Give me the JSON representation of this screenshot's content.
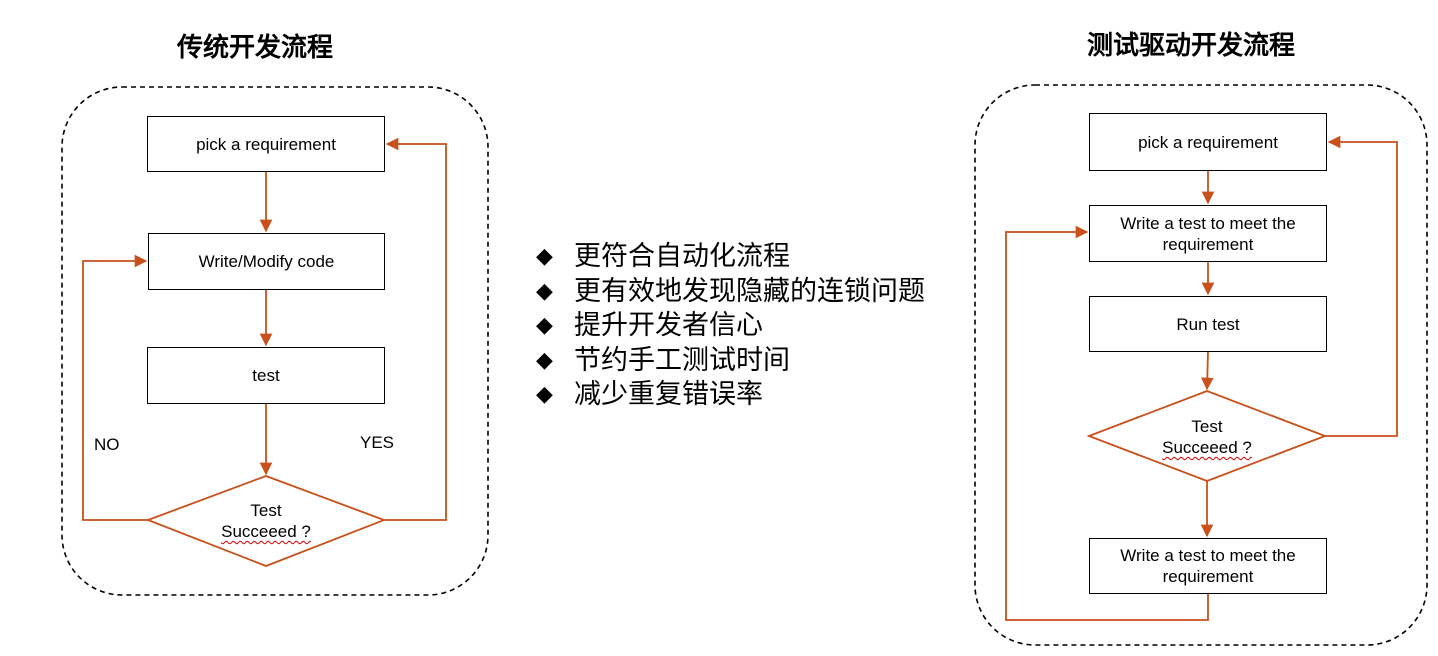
{
  "left": {
    "title": "传统开发流程",
    "box1": "pick a requirement",
    "box2": "Write/Modify code",
    "box3": "test",
    "decision_line1": "Test",
    "decision_line2": "Succeeed ?",
    "no_label": "NO",
    "yes_label": "YES"
  },
  "right": {
    "title": "测试驱动开发流程",
    "box1": "pick a requirement",
    "box2_line1": "Write a test to meet the",
    "box2_line2": "requirement",
    "box3": "Run test",
    "decision_line1": "Test",
    "decision_line2": "Succeeed ?",
    "box4_line1": "Write a test to meet the",
    "box4_line2": "requirement"
  },
  "benefits": {
    "bullet_glyph": "◆",
    "items": [
      "更符合自动化流程",
      "更有效地发现隐藏的连锁问题",
      "提升开发者信心",
      "节约手工测试时间",
      "减少重复错误率"
    ]
  },
  "colors": {
    "arrow": "#c8501a",
    "border": "#000000"
  }
}
